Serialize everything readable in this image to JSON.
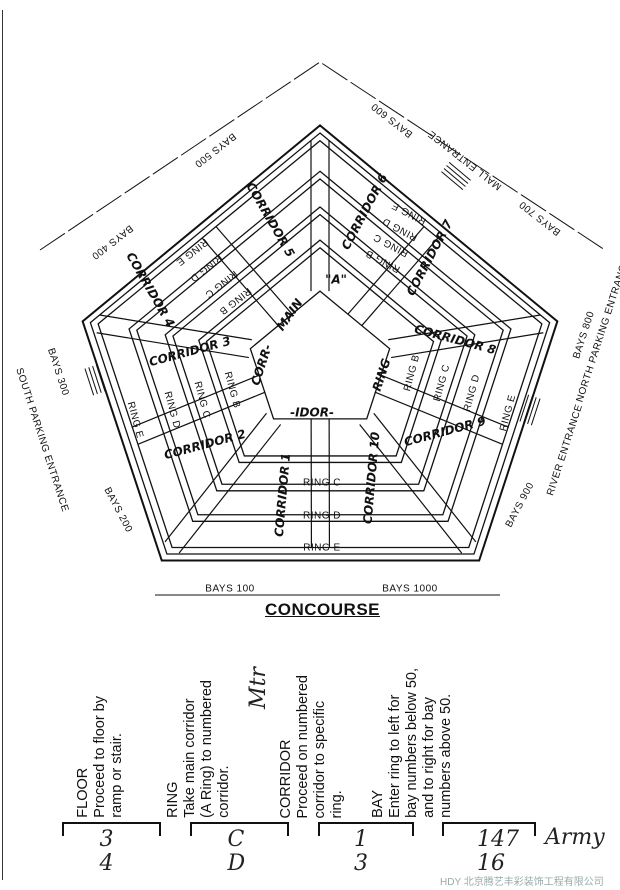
{
  "diagram": {
    "bays": [
      "BAYS 100",
      "BAYS 1000",
      "BAYS 200",
      "BAYS 300",
      "BAYS 400",
      "BAYS 500",
      "BAYS 600",
      "BAYS 700",
      "BAYS 800",
      "BAYS 900"
    ],
    "entrances": [
      "SOUTH PARKING ENTRANCE",
      "MALL ENTRANCE",
      "NORTH PARKING ENTRANCE",
      "RIVER ENTRANCE"
    ],
    "center": [
      "MAIN",
      "CORR-",
      "-IDOR-",
      "RING",
      "\"A\""
    ],
    "corridors": [
      "CORRIDOR 1",
      "CORRIDOR 2",
      "CORRIDOR 3",
      "CORRIDOR 4",
      "CORRIDOR 5",
      "CORRIDOR 6",
      "CORRIDOR 7",
      "CORRIDOR 8",
      "CORRIDOR 9",
      "CORRIDOR 10"
    ],
    "rings": [
      "RING C",
      "RING D",
      "RING E",
      "RING B",
      "RING C",
      "RING D",
      "RING E",
      "RING B",
      "RING C",
      "RING D",
      "RING E",
      "RING B",
      "RING C",
      "RING D",
      "RING E",
      "RING B",
      "RING C",
      "RING D",
      "RING E"
    ]
  },
  "legend": {
    "title": "CONCOURSE",
    "columns": [
      {
        "heading": "FLOOR",
        "lines": [
          "Proceed to floor by",
          "ramp or stair."
        ],
        "hand": [
          "3",
          "4"
        ]
      },
      {
        "heading": "RING",
        "lines": [
          "Take main corridor",
          "(A Ring) to numbered",
          "corridor."
        ],
        "hand": [
          "C",
          "D"
        ]
      },
      {
        "heading": "CORRIDOR",
        "lines": [
          "Proceed on numbered",
          "corridor to specific",
          "ring."
        ],
        "hand": [
          "1",
          "3"
        ]
      },
      {
        "heading": "BAY",
        "lines": [
          "Enter ring to left for",
          "bay numbers below 50,",
          "and to right for bay",
          "numbers above 50."
        ],
        "hand": [
          "147",
          "16"
        ]
      }
    ],
    "annotations": [
      "Mtr",
      "Army"
    ]
  },
  "watermark": "HDY 北京腾艺丰彩装饰工程有限公司"
}
